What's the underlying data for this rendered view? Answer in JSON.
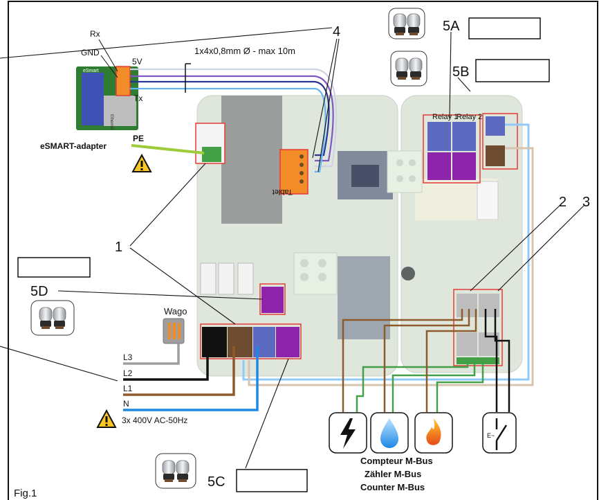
{
  "colors": {
    "board": "#dfe6dc",
    "board_edge": "#c9d2c6",
    "adapter_green": "#2e7d32",
    "orange_terminal": "#f28c28",
    "purple_terminal": "#8e24aa",
    "blue_terminal": "#5c6bc0",
    "brown_terminal": "#6d4c2f",
    "black_terminal": "#111111",
    "green_terminal": "#43a047",
    "red_outline": "#e53935",
    "pe_wire": "#9ccc3a",
    "wire_blue": "#1e88e5",
    "wire_brown": "#8d5a2b",
    "wire_black": "#111111",
    "wire_grey": "#9e9e9e",
    "wire_green": "#43a047",
    "wire_lightblue": "#90caf9",
    "wire_beige": "#d7c4b0",
    "warning_yellow": "#f9c623"
  },
  "labels": {
    "adapter": {
      "rx": "Rx",
      "gnd": "GND",
      "v5": "5V",
      "tx": "Tx",
      "name": "eSMART-adapter",
      "brand": "eSmart",
      "ethernet": "Ethernet"
    },
    "cable_spec": "1x4x0,8mm Ø - max 10m",
    "pe": "PE",
    "tablet": "Tablet",
    "wago": "Wago",
    "phases": [
      "L3",
      "L2",
      "L1",
      "N"
    ],
    "supply": "3x 400V AC-50Hz",
    "meters": [
      "Compteur M-Bus",
      "Zähler M-Bus",
      "Counter M-Bus"
    ],
    "figure": "Fig.1",
    "relay1": "Relay 1",
    "relay2": "Relay 2"
  },
  "callouts": {
    "n1": "1",
    "n2": "2",
    "n3": "3",
    "n4": "4",
    "n5a": "5A",
    "n5b": "5B",
    "n5c": "5C",
    "n5d": "5D"
  },
  "icons": [
    "bolt-icon",
    "water-drop-icon",
    "flame-icon",
    "switch-icon",
    "warning-icon",
    "valve-actuator-icon"
  ]
}
